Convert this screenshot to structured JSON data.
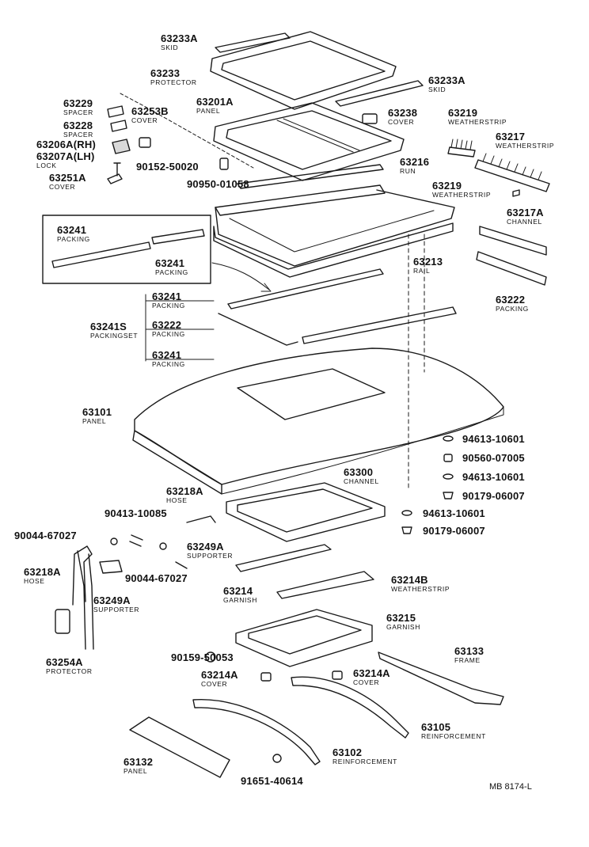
{
  "diagram": {
    "id": "MB 8174-L",
    "colors": {
      "ink": "#1a1a1a",
      "paper": "#ffffff",
      "shade": "#d9d9d9"
    },
    "parts": [
      {
        "key": "p63233A_top",
        "number": "63233A",
        "name": "SKID"
      },
      {
        "key": "p63233",
        "number": "63233",
        "name": "PROTECTOR"
      },
      {
        "key": "p63233A_right",
        "number": "63233A",
        "name": "SKID"
      },
      {
        "key": "p63229",
        "number": "63229",
        "name": "SPACER"
      },
      {
        "key": "p63253B",
        "number": "63253B",
        "name": "COVER"
      },
      {
        "key": "p63201A",
        "number": "63201A",
        "name": "PANEL"
      },
      {
        "key": "p63238",
        "number": "63238",
        "name": "COVER"
      },
      {
        "key": "p63219_top",
        "number": "63219",
        "name": "WEATHERSTRIP"
      },
      {
        "key": "p63228",
        "number": "63228",
        "name": "SPACER"
      },
      {
        "key": "p63217",
        "number": "63217",
        "name": "WEATHERSTRIP"
      },
      {
        "key": "p63206A",
        "number": "63206A(RH)",
        "name": ""
      },
      {
        "key": "p63207A",
        "number": "63207A(LH)",
        "name": "LOCK"
      },
      {
        "key": "p90152",
        "number": "90152-50020",
        "name": ""
      },
      {
        "key": "p63216",
        "number": "63216",
        "name": "RUN"
      },
      {
        "key": "p63251A",
        "number": "63251A",
        "name": "COVER"
      },
      {
        "key": "p90950",
        "number": "90950-01058",
        "name": ""
      },
      {
        "key": "p63219_mid",
        "number": "63219",
        "name": "WEATHERSTRIP"
      },
      {
        "key": "p63217A",
        "number": "63217A",
        "name": "CHANNEL"
      },
      {
        "key": "p63241_box1",
        "number": "63241",
        "name": "PACKING"
      },
      {
        "key": "p63241_box2",
        "number": "63241",
        "name": "PACKING"
      },
      {
        "key": "p63213",
        "number": "63213",
        "name": "RAIL"
      },
      {
        "key": "p63241_set1",
        "number": "63241",
        "name": "PACKING"
      },
      {
        "key": "p63222_right",
        "number": "63222",
        "name": "PACKING"
      },
      {
        "key": "p63241S",
        "number": "63241S",
        "name": "PACKINGSET"
      },
      {
        "key": "p63222_set",
        "number": "63222",
        "name": "PACKING"
      },
      {
        "key": "p63241_set2",
        "number": "63241",
        "name": "PACKING"
      },
      {
        "key": "p63101",
        "number": "63101",
        "name": "PANEL"
      },
      {
        "key": "p94613_a",
        "number": "94613-10601",
        "name": ""
      },
      {
        "key": "p90560",
        "number": "90560-07005",
        "name": ""
      },
      {
        "key": "p94613_b",
        "number": "94613-10601",
        "name": ""
      },
      {
        "key": "p90179_a",
        "number": "90179-06007",
        "name": ""
      },
      {
        "key": "p63218A_top",
        "number": "63218A",
        "name": "HOSE"
      },
      {
        "key": "p63300",
        "number": "63300",
        "name": "CHANNEL"
      },
      {
        "key": "p90413",
        "number": "90413-10085",
        "name": ""
      },
      {
        "key": "p94613_c",
        "number": "94613-10601",
        "name": ""
      },
      {
        "key": "p90044_a",
        "number": "90044-67027",
        "name": ""
      },
      {
        "key": "p90179_b",
        "number": "90179-06007",
        "name": ""
      },
      {
        "key": "p63249A_top",
        "number": "63249A",
        "name": "SUPPORTER"
      },
      {
        "key": "p90044_b",
        "number": "90044-67027",
        "name": ""
      },
      {
        "key": "p63218A_left",
        "number": "63218A",
        "name": "HOSE"
      },
      {
        "key": "p63214B",
        "number": "63214B",
        "name": "WEATHERSTRIP"
      },
      {
        "key": "p63249A_left",
        "number": "63249A",
        "name": "SUPPORTER"
      },
      {
        "key": "p63214",
        "number": "63214",
        "name": "GARNISH"
      },
      {
        "key": "p63215",
        "number": "63215",
        "name": "GARNISH"
      },
      {
        "key": "p90159",
        "number": "90159-50053",
        "name": ""
      },
      {
        "key": "p63254A",
        "number": "63254A",
        "name": "PROTECTOR"
      },
      {
        "key": "p63133",
        "number": "63133",
        "name": "FRAME"
      },
      {
        "key": "p63214A_left",
        "number": "63214A",
        "name": "COVER"
      },
      {
        "key": "p63214A_right",
        "number": "63214A",
        "name": "COVER"
      },
      {
        "key": "p63105",
        "number": "63105",
        "name": "REINFORCEMENT"
      },
      {
        "key": "p63102",
        "number": "63102",
        "name": "REINFORCEMENT"
      },
      {
        "key": "p63132",
        "number": "63132",
        "name": "PANEL"
      },
      {
        "key": "p91651",
        "number": "91651-40614",
        "name": ""
      }
    ]
  }
}
